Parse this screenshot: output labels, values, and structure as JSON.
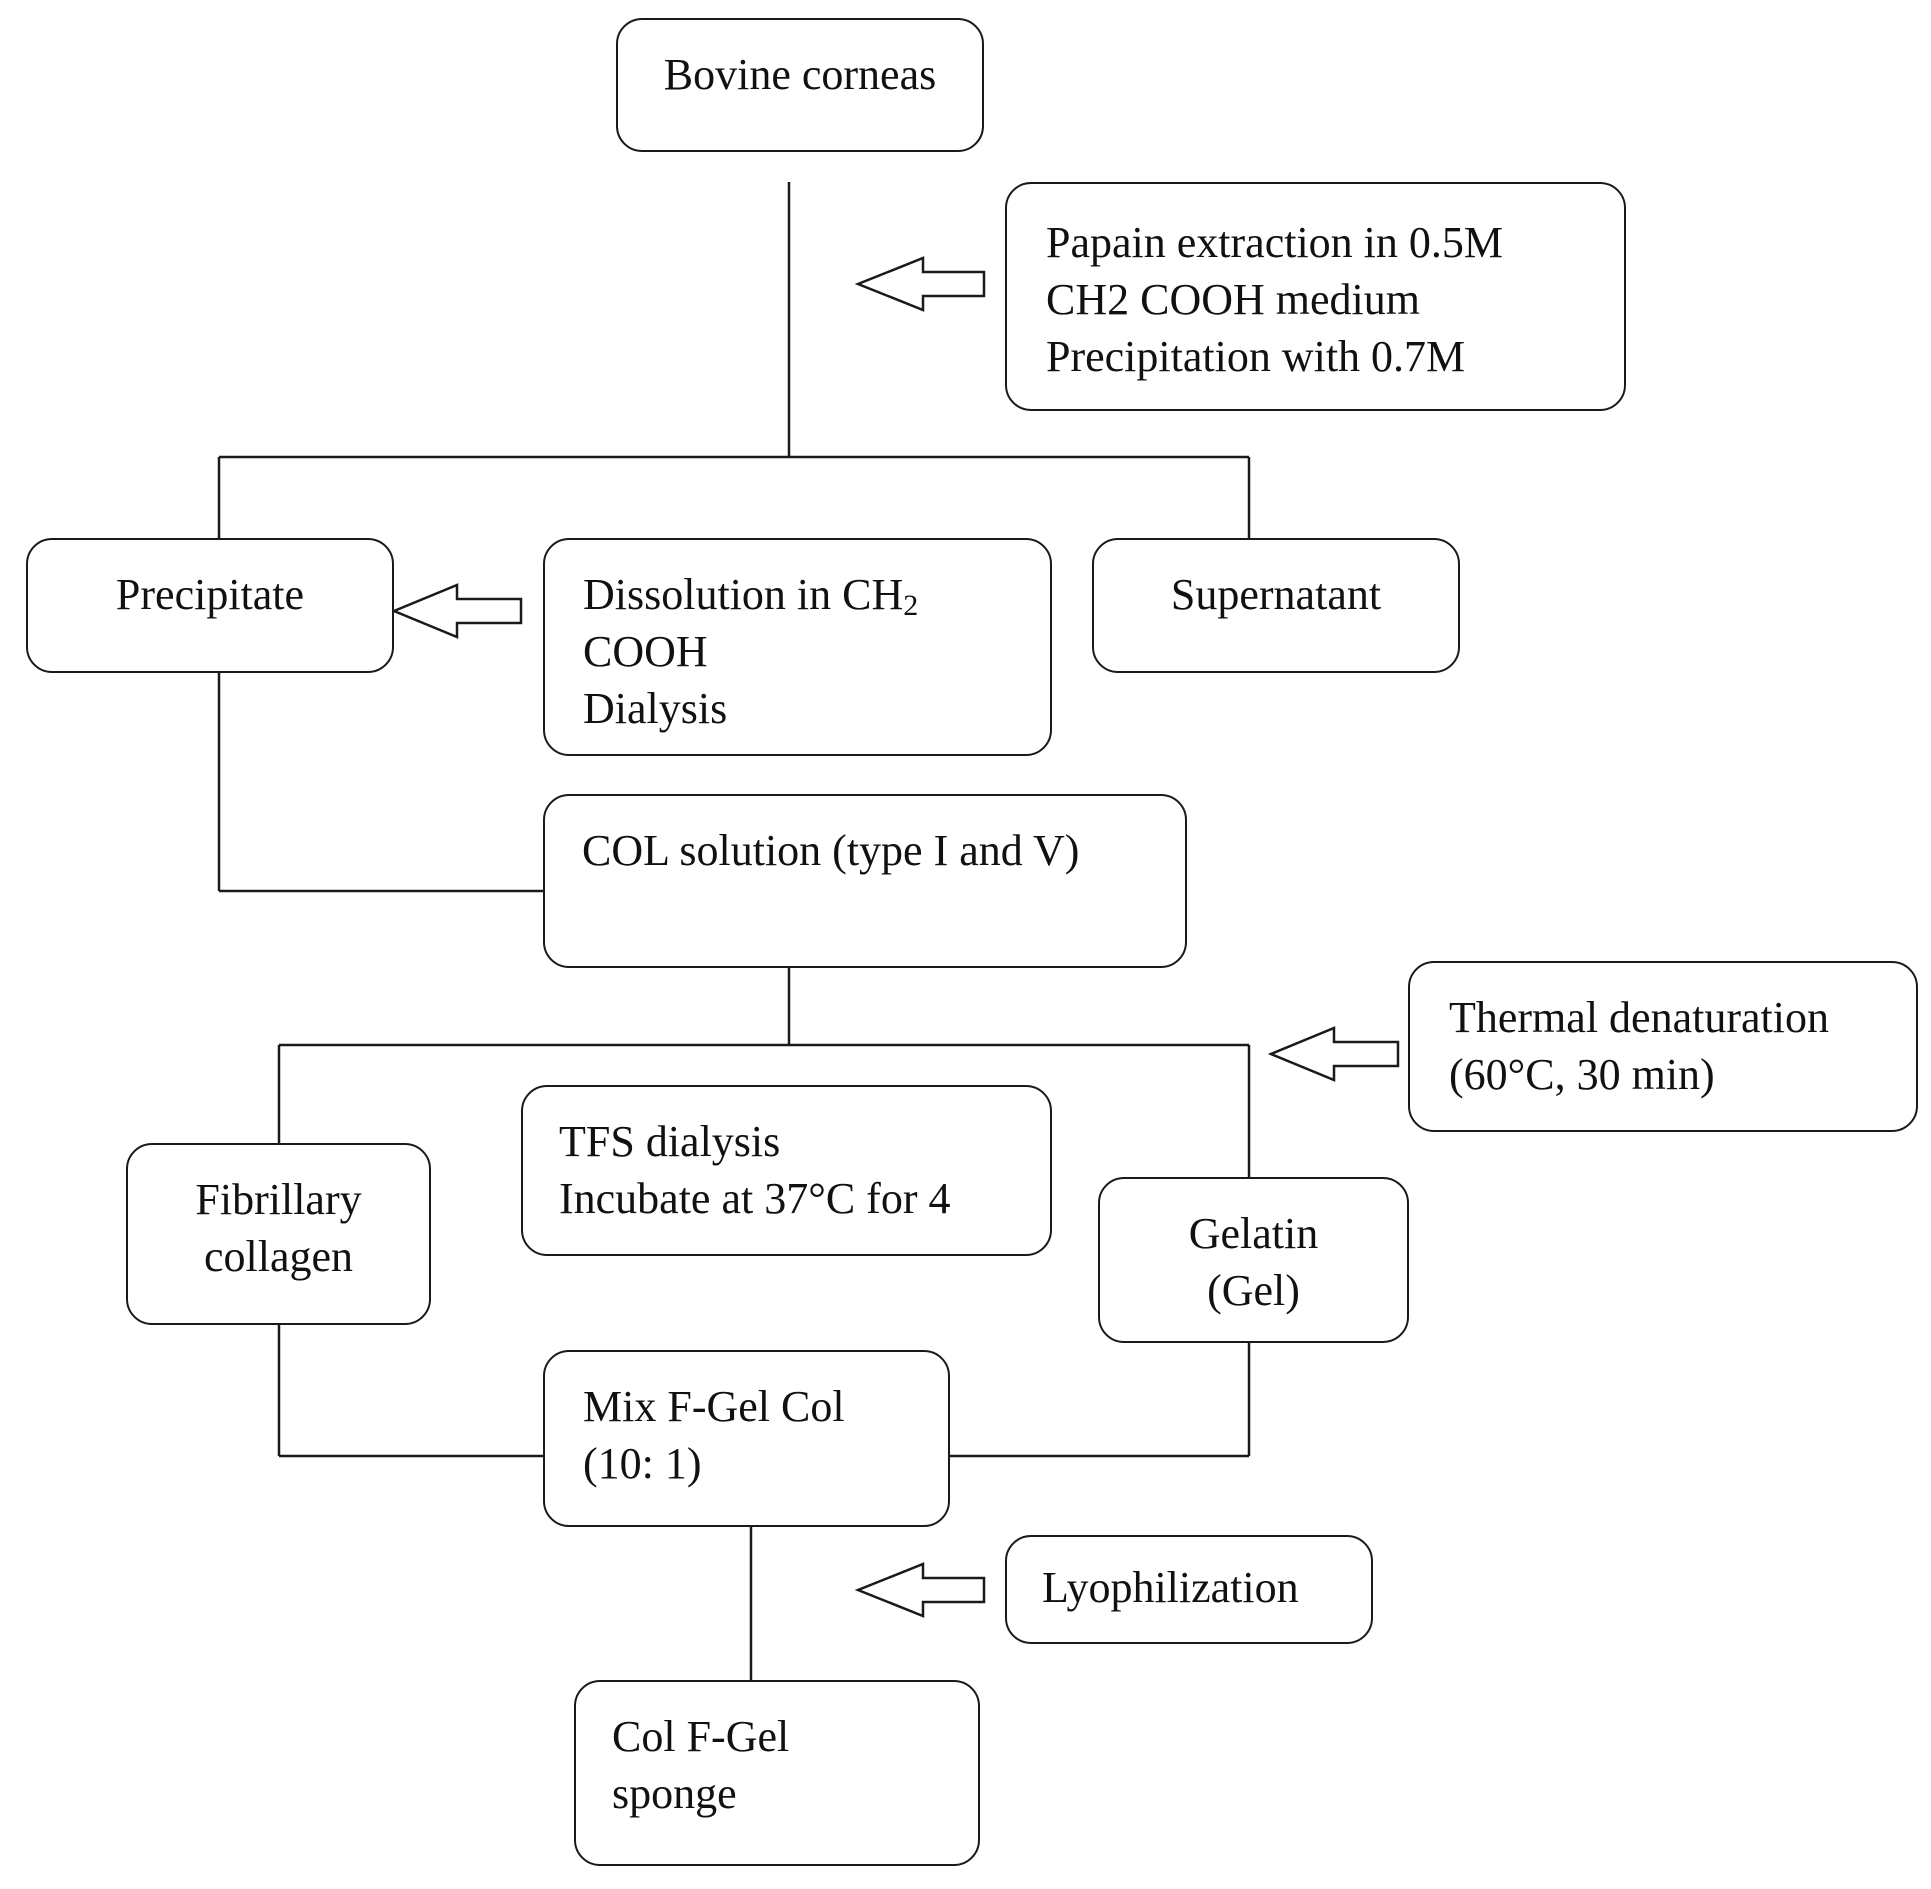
{
  "nodes": {
    "bovine": {
      "lines": [
        "Bovine corneas"
      ]
    },
    "papain": {
      "lines": [
        "Papain extraction in 0.5M",
        "CH2 COOH medium",
        "Precipitation with 0.7M"
      ]
    },
    "precipitate": {
      "lines": [
        "Precipitate"
      ]
    },
    "dissolution": {
      "line1": "Dissolution in CH",
      "line1_sub": "2",
      "lines": [
        "COOH",
        "Dialysis"
      ]
    },
    "supernatant": {
      "lines": [
        "Supernatant"
      ]
    },
    "col_solution": {
      "lines": [
        "COL solution (type I and V)"
      ]
    },
    "thermal": {
      "lines": [
        "Thermal denaturation",
        "(60°C, 30 min)"
      ]
    },
    "fibrillary": {
      "lines": [
        "Fibrillary",
        "collagen"
      ]
    },
    "tfs": {
      "lines": [
        "TFS dialysis",
        "Incubate at 37°C for 4"
      ]
    },
    "gelatin": {
      "lines": [
        "Gelatin",
        "(Gel)"
      ]
    },
    "mix": {
      "lines": [
        "Mix F-Gel Col",
        "(10: 1)"
      ]
    },
    "lyophilization": {
      "lines": [
        "Lyophilization"
      ]
    },
    "sponge": {
      "lines": [
        "Col F-Gel",
        "sponge"
      ]
    }
  },
  "colors": {
    "line": "#1a1a1a",
    "box_fill": "#ffffff",
    "text": "#111111"
  }
}
